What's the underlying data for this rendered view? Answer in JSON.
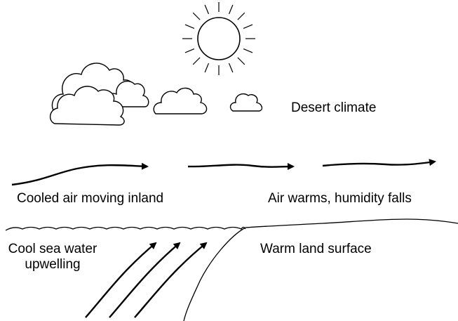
{
  "labels": {
    "desert_climate": "Desert climate",
    "cooled_air": "Cooled air moving inland",
    "air_warms": "Air warms, humidity falls",
    "cool_sea_line1": "Cool sea water",
    "cool_sea_line2": "upwelling",
    "warm_land": "Warm land surface"
  },
  "colors": {
    "ink": "#000000",
    "background": "#ffffff"
  },
  "icons": [
    "sun-icon",
    "cloud-icon",
    "arrow-icon"
  ]
}
